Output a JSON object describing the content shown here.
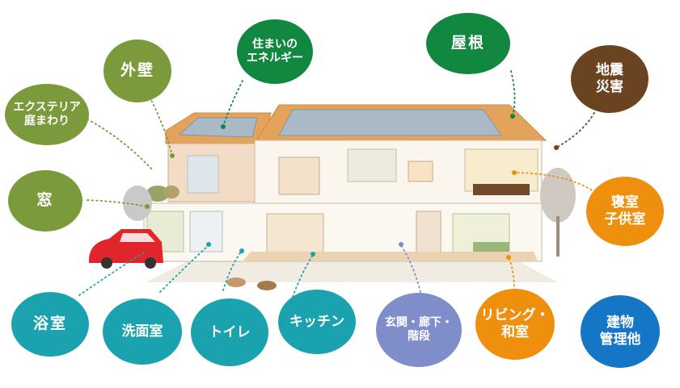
{
  "colors": {
    "olive": "#7a9a3b",
    "green": "#11873f",
    "brown": "#6a4321",
    "orange": "#ef8f0e",
    "teal": "#1aa3ae",
    "lavender": "#7f8ecb",
    "blue": "#1676c6"
  },
  "bubbles": {
    "exterior_wall": "外壁",
    "exterior_garden": "エクステリア\n庭まわり",
    "window": "窓",
    "home_energy": "住まいの\nエネルギー",
    "roof": "屋根",
    "earthquake_disaster": "地震\n災害",
    "bedroom_kids_room": "寝室\n子供室",
    "bathroom": "浴室",
    "washroom": "洗面室",
    "toilet": "トイレ",
    "kitchen": "キッチン",
    "entrance_hall_stairs": "玄関・廊下・\n階段",
    "living_japanese_room": "リビング・\n和室",
    "building_management": "建物\n管理他"
  },
  "icons": [
    "house-illustration-icon",
    "car-icon",
    "dog-icon",
    "tree-icon",
    "solar-panel-icon"
  ]
}
